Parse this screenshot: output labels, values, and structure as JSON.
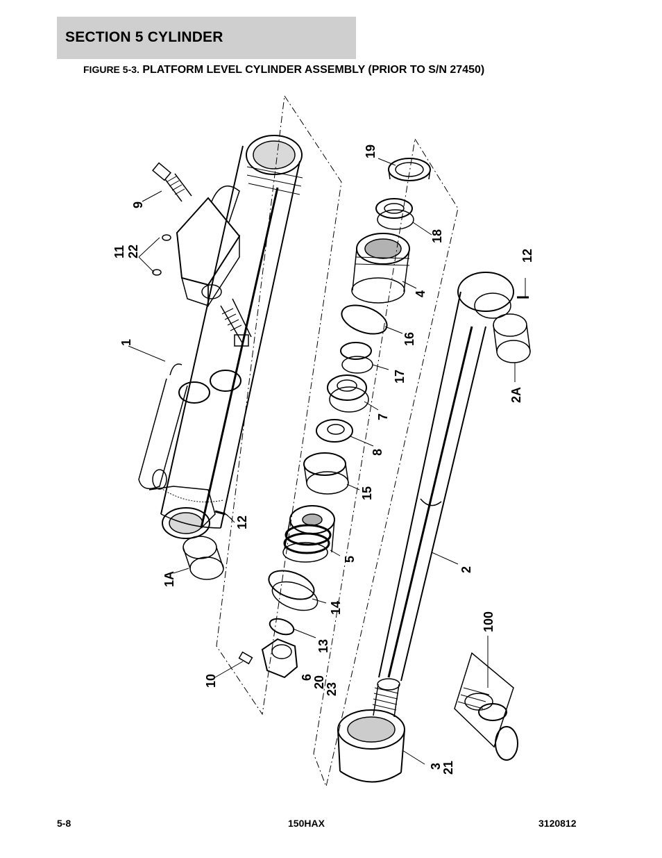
{
  "header": {
    "section": "SECTION 5   CYLINDER"
  },
  "figure": {
    "label": "FIGURE 5-3.",
    "title": "PLATFORM LEVEL CYLINDER ASSEMBLY (PRIOR TO S/N 27450)"
  },
  "callouts": {
    "c9": "9",
    "c11": "11",
    "c22": "22",
    "c1": "1",
    "c12a": "12",
    "c1A": "1A",
    "c10": "10",
    "c6": "6",
    "c20": "20",
    "c23": "23",
    "c13": "13",
    "c14": "14",
    "c5": "5",
    "c15": "15",
    "c8": "8",
    "c7": "7",
    "c17": "17",
    "c16": "16",
    "c4": "4",
    "c18": "18",
    "c19": "19",
    "c12b": "12",
    "c2A": "2A",
    "c2": "2",
    "c100": "100",
    "c3": "3",
    "c21": "21"
  },
  "footer": {
    "left": "5-8",
    "center": "150HAX",
    "right": "3120812"
  }
}
